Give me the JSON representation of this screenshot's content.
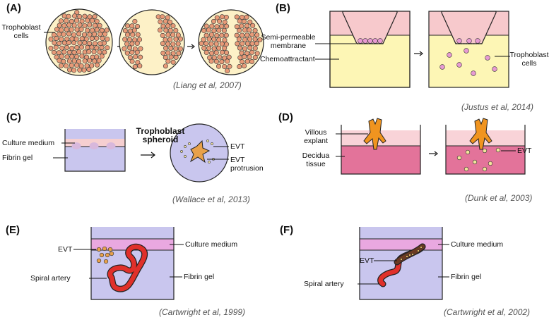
{
  "panelA": {
    "tag": "(A)",
    "label_cells": "Trophoblast cells",
    "citation": "(Liang et al, 2007)",
    "colors": {
      "cell": "#e89a78",
      "bg": "#fdf1c7",
      "outline": "#222"
    }
  },
  "panelB": {
    "tag": "(B)",
    "label_membrane": "Semi-permeable membrane",
    "label_chemo": "Chemoattractant",
    "label_cells": "Trophoblast cells",
    "citation": "(Justus et al, 2014)",
    "colors": {
      "top": "#f7c9cc",
      "bottom": "#fdf6b5",
      "cell": "#e79ad2"
    }
  },
  "panelC": {
    "tag": "(C)",
    "label_medium": "Culture medium",
    "label_gel": "Fibrin gel",
    "label_spheroid": "Trophoblast spheroid",
    "label_evt": "EVT",
    "label_protrusion": "EVT protrusion",
    "citation": "(Wallace et al, 2013)",
    "colors": {
      "gel": "#c9c6ee",
      "medium": "#f6cfd0",
      "evt": "#e8a14a"
    }
  },
  "panelD": {
    "tag": "(D)",
    "label_explant": "Villous explant",
    "label_decidua": "Decidua tissue",
    "label_evt": "EVT",
    "citation": "(Dunk et al, 2003)",
    "colors": {
      "tissue": "#e3739a",
      "top": "#f9d3d8",
      "explant": "#f0941f"
    }
  },
  "panelE": {
    "tag": "(E)",
    "label_evt": "EVT",
    "label_medium": "Culture medium",
    "label_gel": "Fibrin gel",
    "label_artery": "Spiral artery",
    "citation": "(Cartwright et al, 1999)",
    "colors": {
      "gel": "#c9c6ee",
      "medium": "#e9a8e0",
      "artery": "#e0302a"
    }
  },
  "panelF": {
    "tag": "(F)",
    "label_evt": "EVT",
    "label_medium": "Culture medium",
    "label_gel": "Fibrin gel",
    "label_artery": "Spiral artery",
    "citation": "(Cartwright et al, 2002)",
    "colors": {
      "gel": "#c9c6ee",
      "medium": "#e9a8e0",
      "artery": "#e0302a"
    }
  }
}
